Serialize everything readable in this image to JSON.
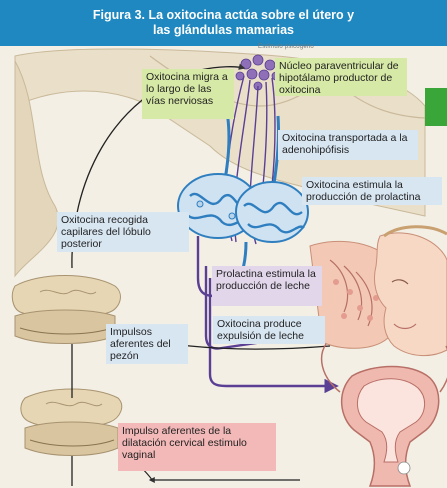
{
  "header": {
    "line1": "Figura 3. La oxitocina actúa sobre el útero y",
    "line2": "las glándulas mamarias"
  },
  "tiny_text": "Estímulo psicógeno",
  "labels": {
    "oxitocina_migra": "Oxitocina migra a lo largo de las vías nerviosas",
    "nucleo": "Núcleo paraventricular de hipotálamo productor de oxitocina",
    "oxitocina_transportada": "Oxitocina transportada a la adenohipófisis",
    "oxitocina_estimula": "Oxitocina estimula la producción de prolactina",
    "oxitocina_recogida": "Oxitocina recogida capilares del lóbulo posterior",
    "prolactina": "Prolactina estimula la producción de leche",
    "oxitocina_produce": "Oxitocina produce expulsión de leche",
    "impulsos_pezon": "Impulsos aferentes del pezón",
    "impulso_cervical": "Impulso aferentes de la dilatación cervical estimulo vaginal"
  },
  "colors": {
    "header": "#1f88c0",
    "green_box": "#d7e9a6",
    "blue_box": "#d8e6f2",
    "lilac_box": "#e2d6ea",
    "pink_box": "#f3b9b8",
    "nerve_purple": "#5a3f95",
    "vessel_blue": "#2f7fc0"
  }
}
